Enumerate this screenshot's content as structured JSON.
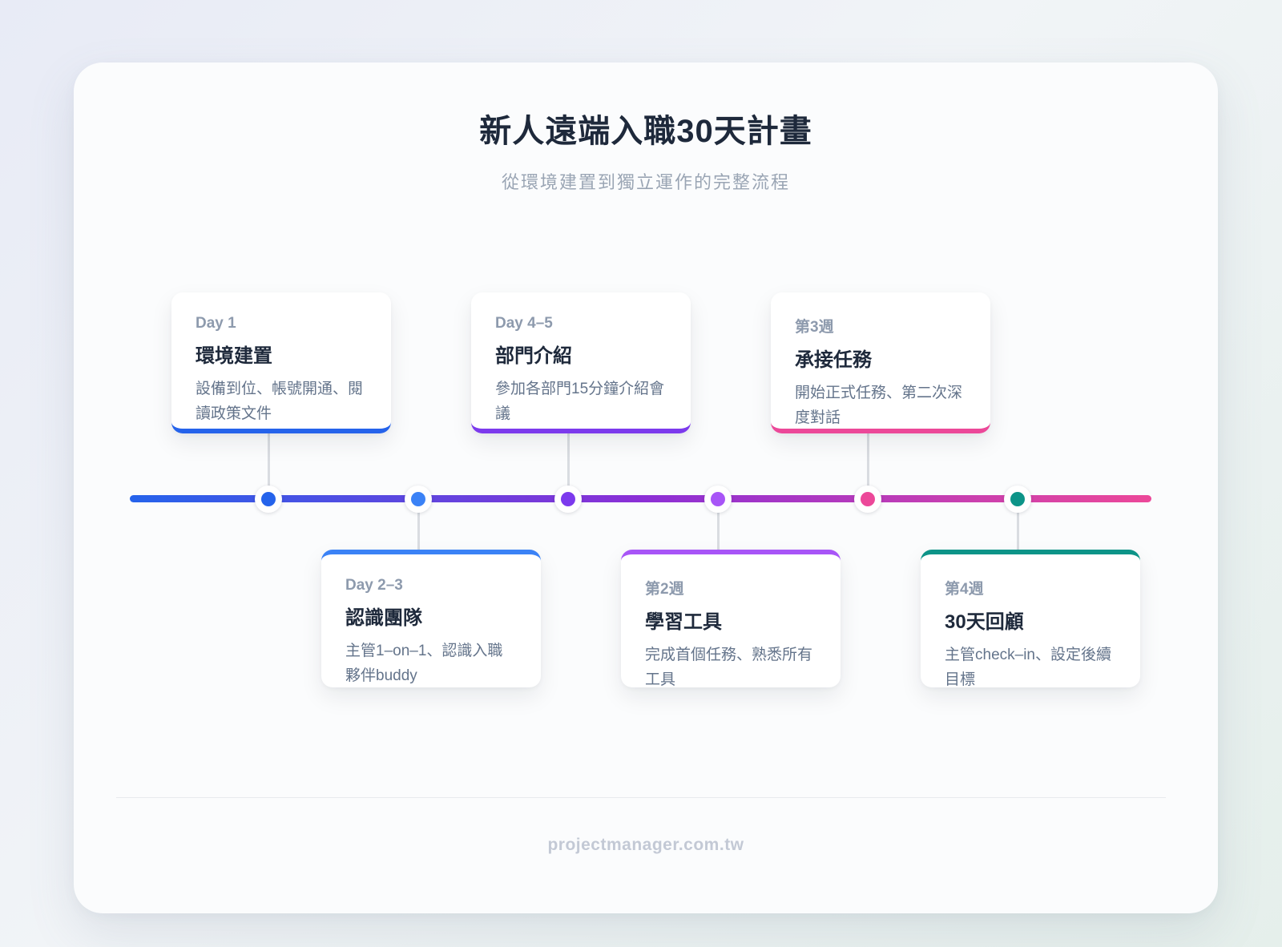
{
  "header": {
    "title": "新人遠端入職30天計畫",
    "subtitle": "從環境建置到獨立運作的完整流程"
  },
  "timeline": {
    "gradient": [
      "#2563eb",
      "#8b2fd6",
      "#ec4899"
    ],
    "connector_color": "#d9dce1",
    "items": [
      {
        "label": "Day 1",
        "title": "環境建置",
        "desc": "設備到位、帳號開通、閱讀政策文件",
        "accent": "#2563eb",
        "side": "top"
      },
      {
        "label": "Day 2–3",
        "title": "認識團隊",
        "desc": "主管1–on–1、認識入職夥伴buddy",
        "accent": "#3b82f6",
        "side": "bottom"
      },
      {
        "label": "Day 4–5",
        "title": "部門介紹",
        "desc": "參加各部門15分鐘介紹會議",
        "accent": "#7c3aed",
        "side": "top"
      },
      {
        "label": "第2週",
        "title": "學習工具",
        "desc": "完成首個任務、熟悉所有工具",
        "accent": "#a855f7",
        "side": "bottom"
      },
      {
        "label": "第3週",
        "title": "承接任務",
        "desc": "開始正式任務、第二次深度對話",
        "accent": "#ec4899",
        "side": "top"
      },
      {
        "label": "第4週",
        "title": "30天回顧",
        "desc": "主管check–in、設定後續目標",
        "accent": "#0d9488",
        "side": "bottom"
      }
    ]
  },
  "footer": {
    "url": "projectmanager.com.tw"
  }
}
